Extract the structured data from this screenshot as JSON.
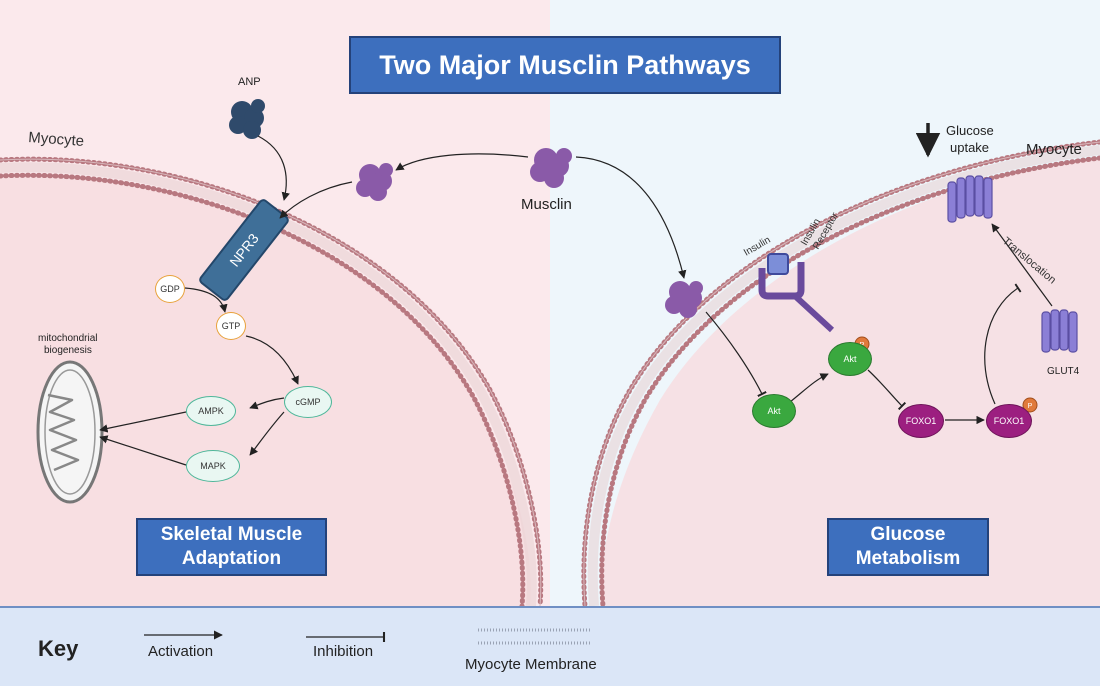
{
  "title": "Two Major Musclin Pathways",
  "labels": {
    "myocyte_left": "Myocyte",
    "myocyte_right": "Myocyte",
    "anp": "ANP",
    "npr3": "NPR3",
    "musclin": "Musclin",
    "mito": [
      "mitochondrial",
      "biogenesis"
    ],
    "insulin": "Insulin",
    "insulin_receptor": [
      "Insulin",
      "Receptor"
    ],
    "glucose_uptake": [
      "Glucose",
      "uptake"
    ],
    "translocation": "Translocation",
    "glut4": "GLUT4",
    "phospho": "P"
  },
  "nodes": {
    "gdp": "GDP",
    "gtp": "GTP",
    "cgmp": "cGMP",
    "ampk": "AMPK",
    "mapk": "MAPK",
    "akt1": "Akt",
    "akt2": "Akt",
    "foxo1a": "FOXO1",
    "foxo1b": "FOXO1"
  },
  "panels": {
    "left": [
      "Skeletal Muscle",
      "Adaptation"
    ],
    "right": [
      "Glucose",
      "Metabolism"
    ]
  },
  "key": {
    "heading": "Key",
    "activation": "Activation",
    "inhibition": "Inhibition",
    "membrane": "Myocyte Membrane"
  },
  "colors": {
    "left_bg": "#fbe9ec",
    "right_bg": "#eef6fb",
    "title_box": "#3d6fbe",
    "membrane": "#b87880",
    "musclin": "#8a5aa8",
    "anp": "#2f4a6b",
    "npr3": "#3f6f98",
    "gdp_gtp": "#e8a23c",
    "cyclic_nodes": "#4fb79a",
    "akt": "#3aa83f",
    "foxo1": "#9c1f80",
    "glut4": "#8b7fd6"
  }
}
